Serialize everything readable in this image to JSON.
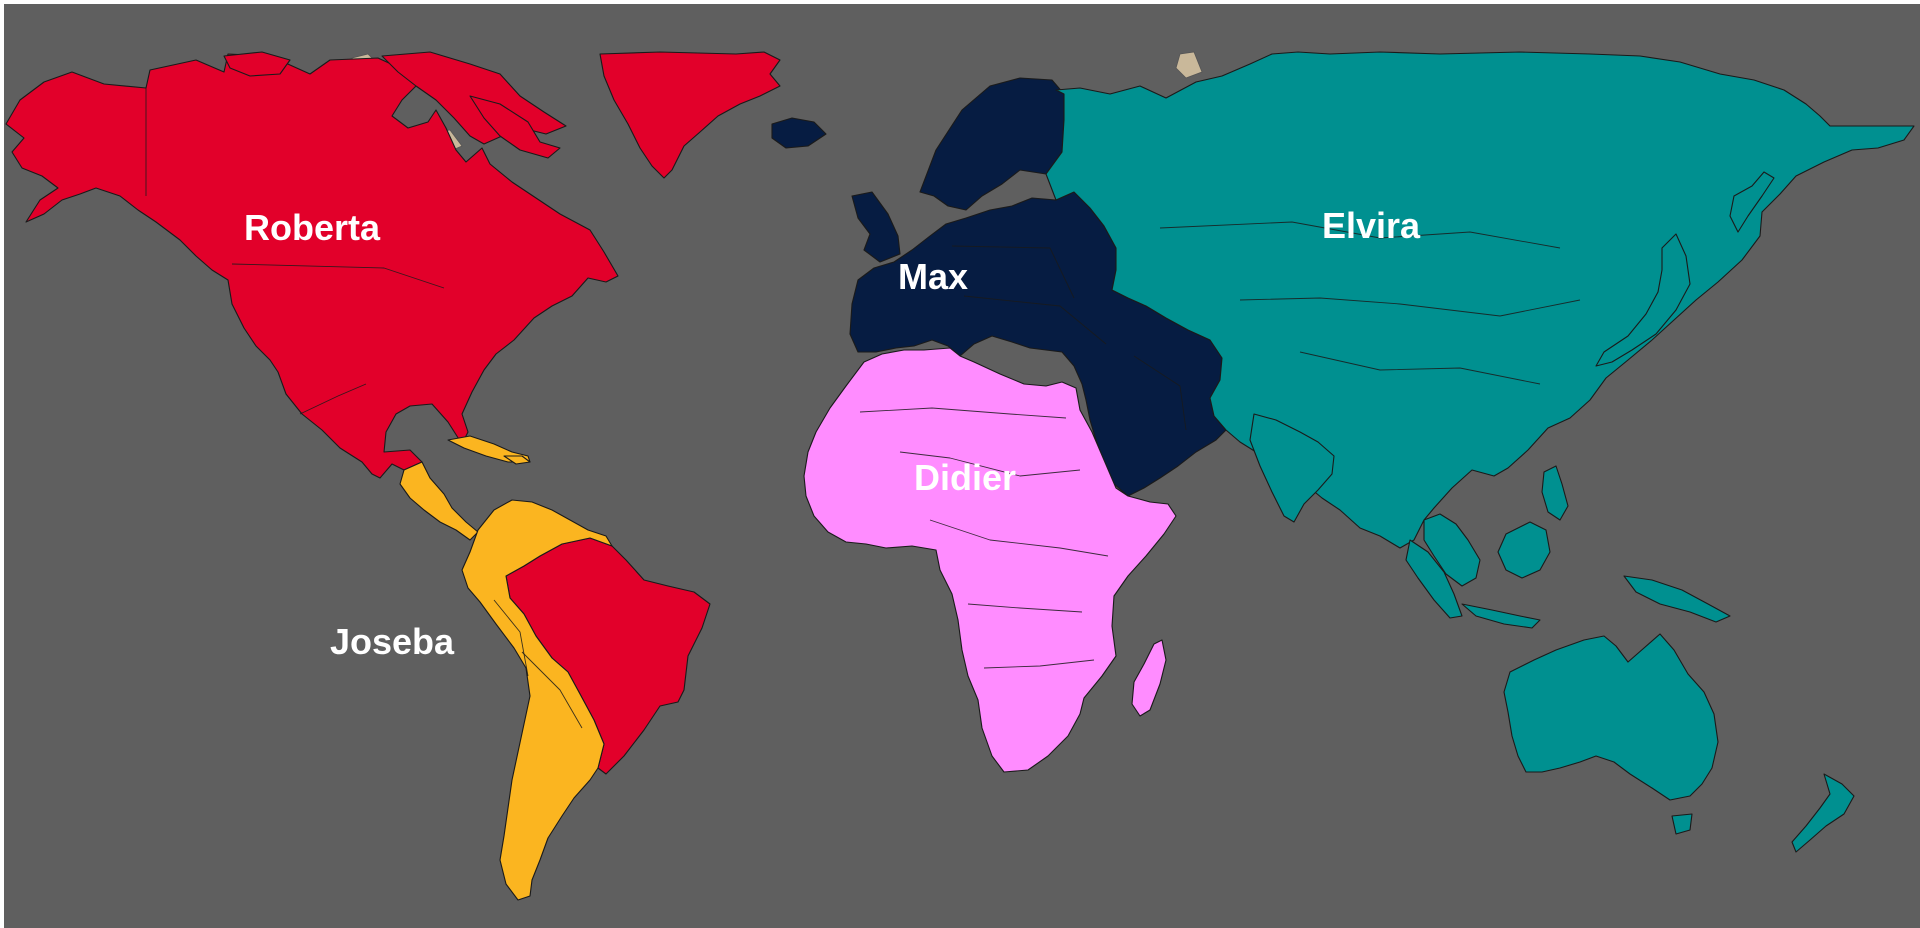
{
  "map": {
    "background_color": "#5f5f5f",
    "page_color": "#ffffff",
    "ice_color": "#c9b89a",
    "regions": [
      {
        "id": "roberta",
        "label": "Roberta",
        "color": "#e2002a",
        "areas": [
          "North America",
          "Greenland",
          "Brazil"
        ]
      },
      {
        "id": "joseba",
        "label": "Joseba",
        "color": "#fbb520",
        "areas": [
          "Central America",
          "Caribbean",
          "South America"
        ]
      },
      {
        "id": "max",
        "label": "Max",
        "color": "#061c42",
        "areas": [
          "Europe",
          "Iceland",
          "Middle East"
        ]
      },
      {
        "id": "didier",
        "label": "Didier",
        "color": "#ff8cff",
        "areas": [
          "Africa",
          "Madagascar"
        ]
      },
      {
        "id": "elvira",
        "label": "Elvira",
        "color": "#009090",
        "areas": [
          "Russia",
          "Asia",
          "Japan",
          "Indonesia",
          "Australia",
          "New Zealand"
        ]
      }
    ]
  }
}
